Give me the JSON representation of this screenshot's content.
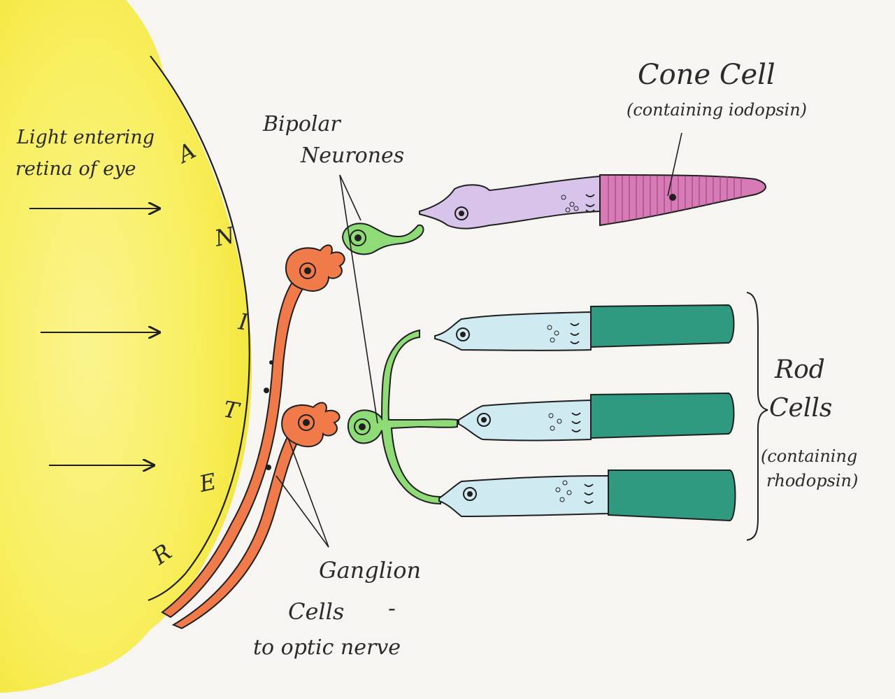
{
  "labels": {
    "light_line1": "Light entering",
    "light_line2": "retina of eye",
    "bipolar_line1": "Bipolar",
    "bipolar_line2": "Neurones",
    "cone_title": "Cone Cell",
    "cone_sub": "(containing iodopsin)",
    "rod_line1": "Rod",
    "rod_line2": "Cells",
    "rod_sub1": "(containing",
    "rod_sub2": "rhodopsin)",
    "ganglion_line1": "Ganglion",
    "ganglion_line2": "Cells",
    "ganglion_dash": "-",
    "ganglion_line3": "to optic nerve"
  },
  "retina_letters": [
    "A",
    "N",
    "I",
    "T",
    "E",
    "R"
  ],
  "colors": {
    "retina_yellow": "#f7ec3a",
    "ganglion_orange": "#f07a4a",
    "bipolar_green": "#8fdb78",
    "cone_purple": "#d8c4ea",
    "cone_pink": "#d87ab6",
    "rod_blue": "#cfeaf0",
    "rod_teal": "#2f9a7f",
    "ink": "#1f1f1f"
  }
}
